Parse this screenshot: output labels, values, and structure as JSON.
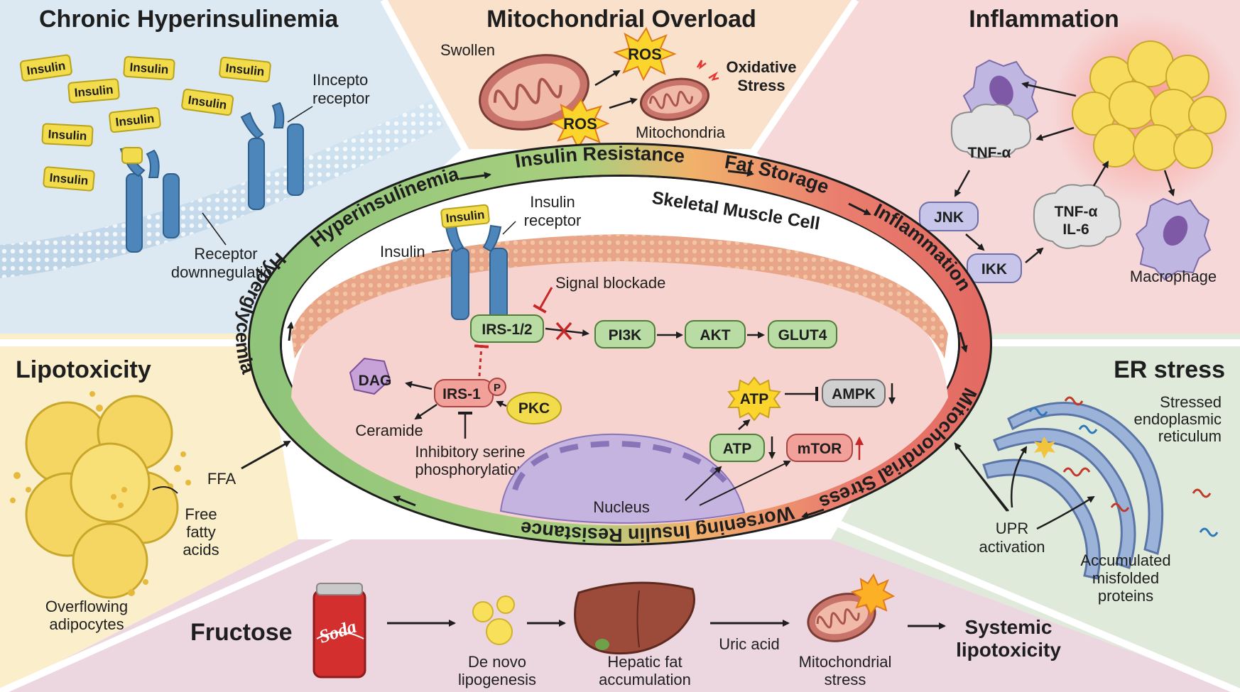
{
  "panels": {
    "hyperinsulinemia": {
      "title": "Chronic Hyperinsulinemia",
      "insulin_tag": "Insulin",
      "receptor_label_1": "IIncepto",
      "receptor_label_2": "receptor",
      "downreg_1": "Receptor",
      "downreg_2": "downnegulation"
    },
    "mito_overload": {
      "title": "Mitochondrial Overload",
      "swollen": "Swollen",
      "ros": "ROS",
      "oxidative_1": "Oxidative",
      "oxidative_2": "Stress",
      "mitochondria": "Mitochondria"
    },
    "inflammation": {
      "title": "Inflammation",
      "tnf": "TNF-α",
      "jnk": "JNK",
      "ikk": "IKK",
      "tnf_il6_1": "TNF-α",
      "tnf_il6_2": "IL-6",
      "macrophage": "Macrophage"
    },
    "lipotoxicity": {
      "title": "Lipotoxicity",
      "ffa": "FFA",
      "free_1": "Free",
      "free_2": "fatty",
      "free_3": "acids",
      "overflow_1": "Overflowing",
      "overflow_2": "adipocytes"
    },
    "er_stress": {
      "title": "ER stress",
      "stressed_1": "Stressed",
      "stressed_2": "endoplasmic",
      "stressed_3": "reticulum",
      "upr_1": "UPR",
      "upr_2": "activation",
      "misfold_1": "Accumulated",
      "misfold_2": "misfolded",
      "misfold_3": "proteins"
    },
    "fructose": {
      "title": "Fructose",
      "soda": "Soda",
      "denovo_1": "De novo",
      "denovo_2": "lipogenesis",
      "hepatic_1": "Hepatic fat",
      "hepatic_2": "accumulation",
      "uric": "Uric acid",
      "mito_1": "Mitochondrial",
      "mito_2": "stress",
      "systemic_1": "Systemic",
      "systemic_2": "lipotoxicity"
    }
  },
  "cycle": {
    "insulin_resistance": "Insulin Resistance",
    "fat_storage": "Fat Storage",
    "inflammation": "Inflammation",
    "mito_stress": "Mitochondrial Stress",
    "worsening": "Worsening Insulin Resistance",
    "hyperglycemia": "Hyperglycemia",
    "hyperinsulinemia": "Hyperinsulinemia"
  },
  "cell": {
    "title": "Skeletal Muscle Cell",
    "insulin_tag": "Insulin",
    "receptor_1": "Insulin",
    "receptor_2": "receptor",
    "insulin_label": "Insulin",
    "signal_blockade": "Signal blockade",
    "irs12": "IRS-1/2",
    "pi3k": "PI3K",
    "akt": "AKT",
    "glut4": "GLUT4",
    "dag": "DAG",
    "irs1": "IRS-1",
    "p": "P",
    "pkc": "PKC",
    "ceramide": "Ceramide",
    "inhib_1": "Inhibitory serine",
    "inhib_2": "phosphorylation",
    "atp_burst": "ATP",
    "ampk": "AMPK",
    "atp": "ATP",
    "mtor": "mTOR",
    "nucleus": "Nucleus"
  },
  "colors": {
    "panel_blue": "#dce9f2",
    "panel_orange": "#f9e1cc",
    "panel_pink": "#f6d8d8",
    "panel_yellow": "#fbefcb",
    "panel_green": "#dfeadb",
    "panel_mauve": "#ecd7e0",
    "cell_fill": "#f7d3cf",
    "green_box": "#b9dca4",
    "red_box": "#f2a09a",
    "gray_box": "#d0d0d0",
    "purple_box": "#c7c6ea",
    "insulin_yellow": "#f2dc4c",
    "receptor_blue": "#4d86bb"
  }
}
